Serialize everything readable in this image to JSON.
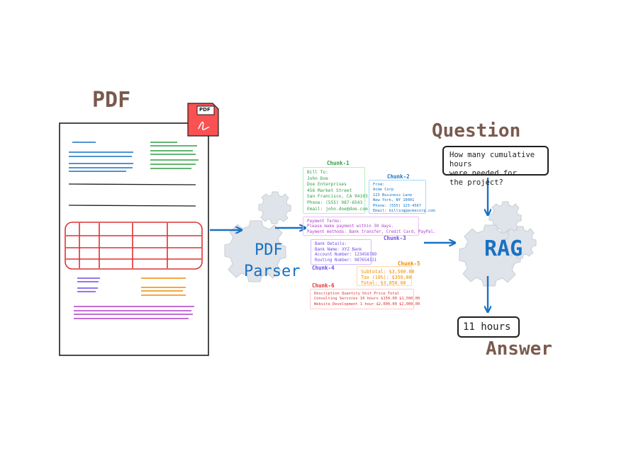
{
  "labels": {
    "pdf_title": "PDF",
    "pdf_icon_text": "PDF",
    "parser_line1": "PDF",
    "parser_line2": "Parser",
    "question_title": "Question",
    "question_text_1": "How many cumulative hours",
    "question_text_2": "were needed for",
    "question_text_3": "the project?",
    "rag": "RAG",
    "answer_text": "11 hours",
    "answer_title": "Answer"
  },
  "chunks": {
    "chunk1": {
      "label": "Chunk-1",
      "lines": [
        "Bill To:",
        "John Doe",
        "Doe Enterprises",
        "456 Market Street",
        "San Francisco, CA 94103",
        "Phone: (555) 987-6543",
        "Email: john.doe@doe.com"
      ]
    },
    "chunk2": {
      "label": "Chunk-2",
      "lines": [
        "From:",
        "Acme Corp",
        "123 Business Lane",
        "New York, NY 10001",
        "Phone: (555) 123-4567",
        "Email: billing@acmecorp.com"
      ]
    },
    "chunk3": {
      "label": "Chunk-3",
      "lines": [
        "Payment Terms:",
        "Please make payment within 30 days.",
        "Payment methods: Bank transfer, Credit Card, PayPal."
      ]
    },
    "chunk4": {
      "label": "Chunk-4",
      "lines": [
        "Bank Details:",
        "Bank Name: XYZ Bank",
        "Account Number: 123456789",
        "Routing Number: 987654321"
      ]
    },
    "chunk5": {
      "label": "Chunk-5",
      "lines": [
        "Subtotal: $3,500.00",
        "Tax (10%): $350.00",
        "Total: $3,850.00"
      ]
    },
    "chunk6": {
      "label": "Chunk-6",
      "lines": [
        "Description Quantity Unit Price Total",
        "Consulting Services 10 hours $150.00 $1,500.00",
        "Website Development 1 hour $2,000.00 $2,000.00"
      ]
    }
  },
  "colors": {
    "brown": "#7a5a4e",
    "blue": "#1971c2",
    "green": "#2f9e44",
    "purple": "#7048e8",
    "orange": "#f08c00",
    "red": "#e03131",
    "magenta": "#ae3ec9",
    "gear": "#dfe3ea"
  }
}
